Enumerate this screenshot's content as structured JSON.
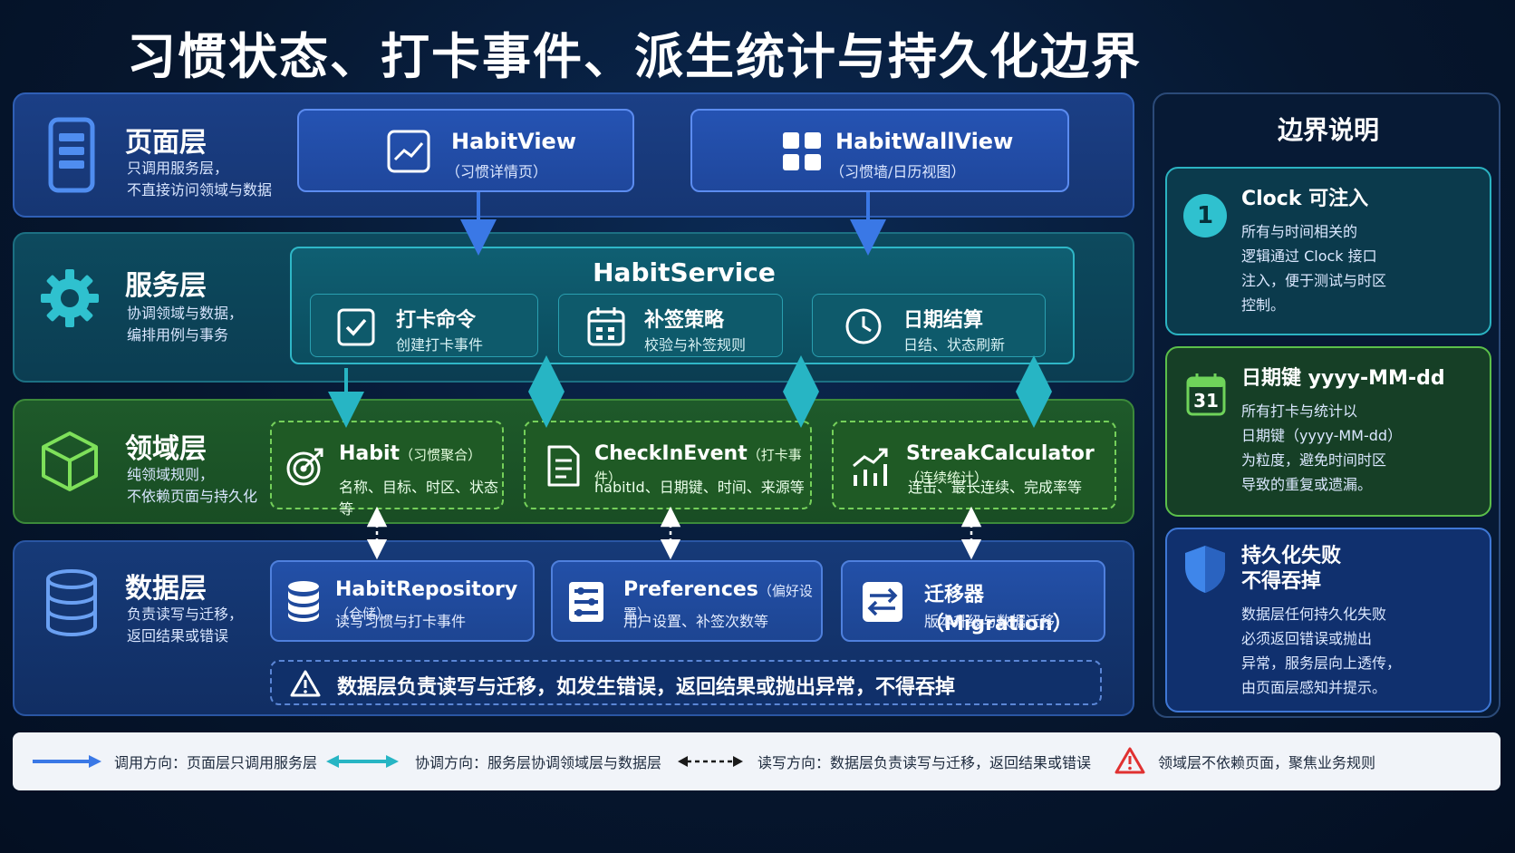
{
  "title": "习惯状态、打卡事件、派生统计与持久化边界",
  "layers": {
    "page": {
      "name": "页面层",
      "desc": "只调用服务层，\n不直接访问领域与数据"
    },
    "service": {
      "name": "服务层",
      "desc": "协调领域与数据，\n编排用例与事务"
    },
    "domain": {
      "name": "领域层",
      "desc": "纯领域规则，\n不依赖页面与持久化"
    },
    "data": {
      "name": "数据层",
      "desc": "负责读写与迁移，\n返回结果或错误"
    }
  },
  "page_boxes": [
    {
      "title": "HabitView",
      "sub": "（习惯详情页）"
    },
    {
      "title": "HabitWallView",
      "sub": "（习惯墙/日历视图）"
    }
  ],
  "service": {
    "title": "HabitService",
    "items": [
      {
        "title": "打卡命令",
        "desc": "创建打卡事件"
      },
      {
        "title": "补签策略",
        "desc": "校验与补签规则"
      },
      {
        "title": "日期结算",
        "desc": "日结、状态刷新"
      }
    ]
  },
  "domain_items": [
    {
      "title": "Habit",
      "tag": "（习惯聚合）",
      "desc": "名称、目标、时区、状态等"
    },
    {
      "title": "CheckInEvent",
      "tag": "（打卡事件）",
      "desc": "habitId、日期键、时间、来源等"
    },
    {
      "title": "StreakCalculator",
      "tag": "（连续统计）",
      "desc": "连击、最长连续、完成率等"
    }
  ],
  "data_items": [
    {
      "title": "HabitRepository",
      "tag": "（仓储）",
      "desc": "读写习惯与打卡事件"
    },
    {
      "title": "Preferences",
      "tag": "（偏好设置）",
      "desc": "用户设置、补签次数等"
    },
    {
      "title": "迁移器（Migration）",
      "tag": "",
      "desc": "版本升级与数据迁移"
    }
  ],
  "data_warning": "数据层负责读写与迁移，如发生错误，返回结果或抛出异常，不得吞掉",
  "side": {
    "title": "边界说明",
    "cards": [
      {
        "badge": "1",
        "title": "Clock 可注入",
        "desc": "所有与时间相关的\n逻辑通过 Clock 接口\n注入，便于测试与时区\n控制。"
      },
      {
        "badge": "31",
        "title": "日期键 yyyy-MM-dd",
        "desc": "所有打卡与统计以\n日期键（yyyy-MM-dd）\n为粒度，避免时间时区\n导致的重复或遗漏。"
      },
      {
        "title": "持久化失败\n不得吞掉",
        "desc": "数据层任何持久化失败\n必须返回错误或抛出\n异常，服务层向上透传，\n由页面层感知并提示。"
      }
    ]
  },
  "legend": [
    {
      "text": "调用方向：页面层只调用服务层"
    },
    {
      "text": "协调方向：服务层协调领域层与数据层"
    },
    {
      "text": "读写方向：数据层负责读写与迁移，返回结果或错误"
    },
    {
      "text": "领域层不依赖页面，聚焦业务规则"
    }
  ],
  "colors": {
    "call": "#3a78e6",
    "coord": "#27b5c4",
    "rw": "#1a1a1a",
    "warn": "#e03131"
  }
}
